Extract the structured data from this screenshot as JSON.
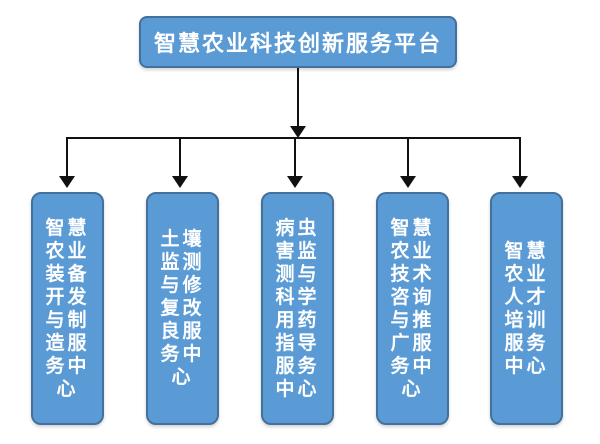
{
  "diagram": {
    "root": {
      "label": "智慧农业科技创新服务平台"
    },
    "children": [
      {
        "label": "智慧\n农业\n装备\n开发\n与制\n造服\n务中\n心"
      },
      {
        "label": "土壤\n监测\n与修\n复改\n良服\n务中\n心"
      },
      {
        "label": "病虫\n害监\n测与\n科学\n用药\n指导\n服务\n中心"
      },
      {
        "label": "智慧\n农业\n技术\n咨询\n与推\n广服\n务中\n心"
      },
      {
        "label": "智慧\n农业\n人才\n培训\n服务\n中心"
      }
    ],
    "colors": {
      "box_fill": "#5B9BD5",
      "box_border": "#41719C",
      "connector": "#111111",
      "text": "#FFFFFF"
    }
  }
}
